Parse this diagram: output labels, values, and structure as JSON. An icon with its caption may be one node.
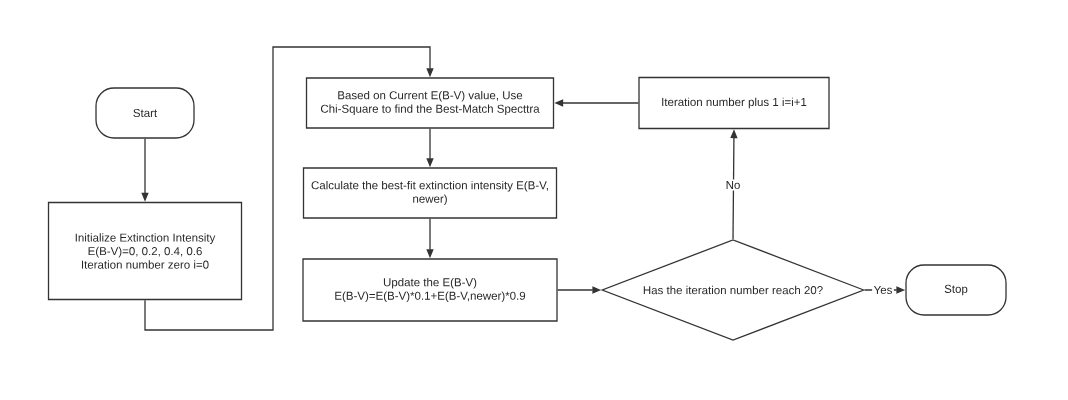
{
  "diagram": {
    "nodes": [
      {
        "text": [
          "Start"
        ]
      },
      {
        "text": [
          "Initialize Extinction Intensity E(B-V)=0, 0.2, 0.4, 0.6 Iteration number zero i=0"
        ]
      },
      {
        "text": [
          "Based on Current E(B-V) value, Use Chi-Square to find the Best-Match Specttra"
        ]
      },
      {
        "text": [
          "Calculate the best-fit extinction intensity E(B-V, newer)"
        ]
      },
      {
        "text": [
          "Update the E(B-V) E(B-V)=E(B-V)*0.1+E(B-V,newer)*0.9"
        ]
      },
      {
        "text": [
          "Has the iteration number reach 20?"
        ]
      },
      {
        "text": [
          "Iteration number plus 1 i=i+1"
        ]
      },
      {
        "text": [
          "Stop"
        ]
      }
    ],
    "edges": [
      {
        "from": 0,
        "to": 1,
        "arrow": "to"
      },
      {
        "from": 1,
        "to": 2,
        "arrow": "to"
      },
      {
        "from": 2,
        "to": 3,
        "arrow": "to"
      },
      {
        "from": 3,
        "to": 4,
        "arrow": "to"
      },
      {
        "from": 4,
        "to": 5,
        "arrow": "to"
      },
      {
        "from": 5,
        "to": 6,
        "label": "No",
        "arrow": "to"
      },
      {
        "from": 6,
        "to": 2,
        "arrow": "to"
      },
      {
        "from": 5,
        "to": 7,
        "label": "Yes",
        "arrow": "to"
      }
    ]
  }
}
